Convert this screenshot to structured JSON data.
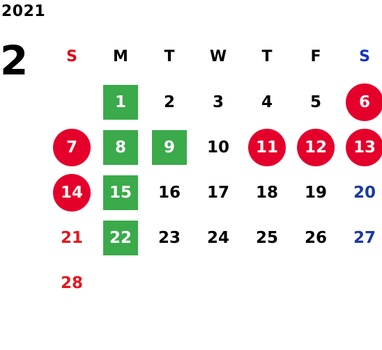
{
  "calendar": {
    "year": "2021",
    "month": "2",
    "weekdays": [
      {
        "label": "S",
        "style": "sunhead"
      },
      {
        "label": "M",
        "style": "black"
      },
      {
        "label": "T",
        "style": "black"
      },
      {
        "label": "W",
        "style": "black"
      },
      {
        "label": "T",
        "style": "black"
      },
      {
        "label": "F",
        "style": "black"
      },
      {
        "label": "S",
        "style": "sathead"
      }
    ],
    "weeks": [
      [
        {
          "day": "",
          "style": "empty"
        },
        {
          "day": "1",
          "style": "green"
        },
        {
          "day": "2",
          "style": "black"
        },
        {
          "day": "3",
          "style": "black"
        },
        {
          "day": "4",
          "style": "black"
        },
        {
          "day": "5",
          "style": "black"
        },
        {
          "day": "6",
          "style": "redcircle"
        }
      ],
      [
        {
          "day": "7",
          "style": "redcircle"
        },
        {
          "day": "8",
          "style": "green"
        },
        {
          "day": "9",
          "style": "green"
        },
        {
          "day": "10",
          "style": "black"
        },
        {
          "day": "11",
          "style": "redcircle"
        },
        {
          "day": "12",
          "style": "redcircle"
        },
        {
          "day": "13",
          "style": "redcircle"
        }
      ],
      [
        {
          "day": "14",
          "style": "redcircle"
        },
        {
          "day": "15",
          "style": "green"
        },
        {
          "day": "16",
          "style": "black"
        },
        {
          "day": "17",
          "style": "black"
        },
        {
          "day": "18",
          "style": "black"
        },
        {
          "day": "19",
          "style": "black"
        },
        {
          "day": "20",
          "style": "blue"
        }
      ],
      [
        {
          "day": "21",
          "style": "red"
        },
        {
          "day": "22",
          "style": "green"
        },
        {
          "day": "23",
          "style": "black"
        },
        {
          "day": "24",
          "style": "black"
        },
        {
          "day": "25",
          "style": "black"
        },
        {
          "day": "26",
          "style": "black"
        },
        {
          "day": "27",
          "style": "blue"
        }
      ],
      [
        {
          "day": "28",
          "style": "red"
        },
        {
          "day": "",
          "style": "empty"
        },
        {
          "day": "",
          "style": "empty"
        },
        {
          "day": "",
          "style": "empty"
        },
        {
          "day": "",
          "style": "empty"
        },
        {
          "day": "",
          "style": "empty"
        },
        {
          "day": "",
          "style": "empty"
        }
      ]
    ],
    "colors": {
      "green_highlight": "#3aaa4a",
      "red_circle": "#e5002b",
      "sunday_text": "#e6161f",
      "saturday_text": "#1a3a9c"
    }
  }
}
